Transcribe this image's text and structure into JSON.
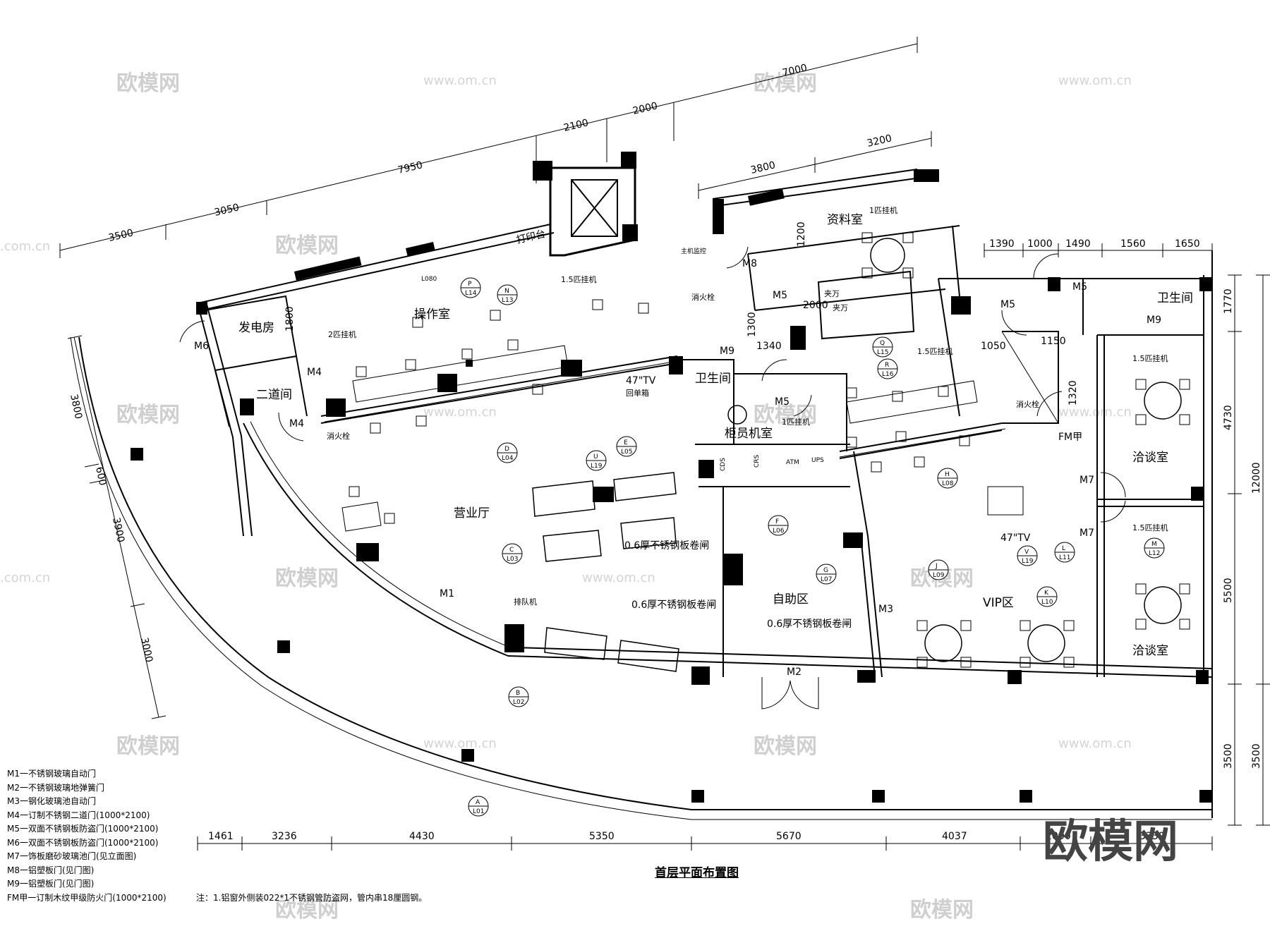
{
  "drawing": {
    "title": "首层平面布置图",
    "note": "注：1.铝窗外侧装022*1不锈钢管防盗网，管内串18厘圆钢。",
    "legend": [
      "M1一不锈钢玻璃自动门",
      "M2一不锈钢玻璃地弹簧门",
      "M3一钢化玻璃池自动门",
      "M4一订制不锈钢二道门(1000*2100)",
      "M5一双面不锈钢板防盗门(1000*2100)",
      "M6一双面不锈钢板防盗门(1000*2100)",
      "M7一饰板磨砂玻璃池门(见立面图)",
      "M8一铝塑板门(见门图)",
      "M9一铝塑板门(见门图)",
      "FM甲一订制木纹甲级防火门(1000*2100)"
    ]
  },
  "rooms": {
    "generator": "发电房",
    "operation": "操作室",
    "archive": "资料室",
    "toilet1": "卫生间",
    "toilet2": "卫生间",
    "second_door": "二道间",
    "hall": "营业厅",
    "teller": "柜员机室",
    "self_service": "自助区",
    "vip": "VIP区",
    "meeting1": "洽谈室",
    "meeting2": "洽谈室",
    "fm": "FM甲"
  },
  "labels": {
    "print_desk": "打印台",
    "ac_15_a": "1.5匹挂机",
    "ac_15_b": "1.5匹挂机",
    "ac_15_c": "1.5匹挂机",
    "ac_15_d": "1.5匹挂机",
    "ac_2": "2匹挂机",
    "ac_1_a": "1匹挂机",
    "ac_1_b": "1匹挂机",
    "hydrant1": "消火栓",
    "hydrant2": "消火栓",
    "hydrant3": "消火栓",
    "tv1": "47\"TV",
    "tv1_sub": "回单箱",
    "tv2": "47\"TV",
    "queue": "排队机",
    "shutter1": "0.6厚不锈钢板卷闸",
    "shutter2": "0.6厚不锈钢板卷闸",
    "shutter3": "0.6厚不锈钢板卷闸",
    "safe1": "夹万",
    "safe2": "夹万",
    "monitor": "主机监控",
    "l080": "L080",
    "atm1": "CDS",
    "atm2": "CRS",
    "atm3": "ATM",
    "atm4": "UPS"
  },
  "doors": [
    "M1",
    "M2",
    "M3",
    "M4",
    "M4",
    "M5",
    "M5",
    "M5",
    "M5",
    "M6",
    "M7",
    "M7",
    "M8",
    "M9",
    "M9"
  ],
  "dims": {
    "top_chain": [
      "3500",
      "3050",
      "7950",
      "2100",
      "2000",
      "7000"
    ],
    "top_inner": [
      "3800",
      "3200"
    ],
    "right_top": [
      "1390",
      "1000",
      "1490",
      "1560",
      "1650"
    ],
    "right_side": [
      "1770",
      "4730",
      "12000",
      "5500",
      "3500",
      "3500"
    ],
    "left_side": [
      "3800",
      "600",
      "3900",
      "3000"
    ],
    "bottom": [
      "1461",
      "3236",
      "4430",
      "5350",
      "5670",
      "4037",
      "2000",
      "3330"
    ],
    "inner": [
      "1800",
      "1200",
      "1300",
      "2000",
      "1340",
      "1050",
      "1150",
      "1320"
    ]
  },
  "markers": [
    {
      "letter": "A",
      "ref": "L01"
    },
    {
      "letter": "B",
      "ref": "L02"
    },
    {
      "letter": "C",
      "ref": "L03"
    },
    {
      "letter": "D",
      "ref": "L04"
    },
    {
      "letter": "E",
      "ref": "L05"
    },
    {
      "letter": "F",
      "ref": "L06"
    },
    {
      "letter": "G",
      "ref": "L07"
    },
    {
      "letter": "H",
      "ref": "L08"
    },
    {
      "letter": "J",
      "ref": "L09"
    },
    {
      "letter": "K",
      "ref": "L10"
    },
    {
      "letter": "L",
      "ref": "L11"
    },
    {
      "letter": "M",
      "ref": "L12"
    },
    {
      "letter": "N",
      "ref": "L13"
    },
    {
      "letter": "P",
      "ref": "L14"
    },
    {
      "letter": "Q",
      "ref": "L15"
    },
    {
      "letter": "R",
      "ref": "L16"
    },
    {
      "letter": "U",
      "ref": "L19"
    },
    {
      "letter": "V",
      "ref": "L19"
    }
  ],
  "watermarks": {
    "logo": "欧模网",
    "url": "www.om.cn",
    "url_short": ".com.cn"
  }
}
